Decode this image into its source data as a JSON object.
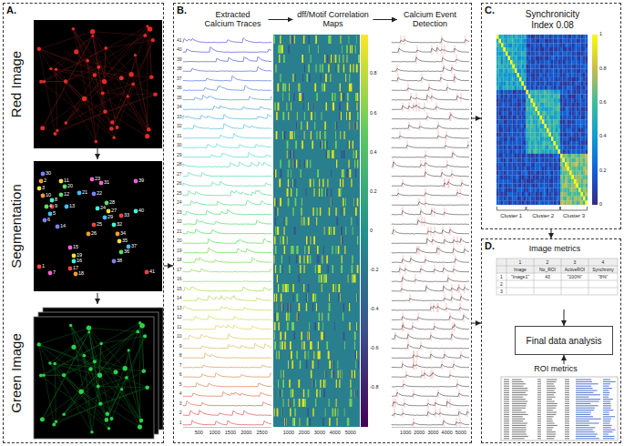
{
  "diagram": {
    "nodes": [
      {
        "text": [
          "A."
        ]
      },
      {
        "text": [
          "Red Image"
        ],
        "in": 0
      },
      {
        "text": [
          "Segmentation"
        ],
        "in": 0
      },
      {
        "text": [
          "Green Image"
        ],
        "in": 0
      },
      {
        "text": [
          "B."
        ]
      },
      {
        "text": [
          "Extracted Calcium Traces"
        ],
        "in": 4
      },
      {
        "text": [
          "dff/Motif Correlation Maps"
        ],
        "in": 4
      },
      {
        "text": [
          "Calcium Event Detection"
        ],
        "in": 4
      },
      {
        "text": [
          "C."
        ]
      },
      {
        "text": [
          "Synchronicity Index 0.08"
        ],
        "in": 8
      },
      {
        "text": [
          "D."
        ]
      },
      {
        "text": [
          "Image metrics"
        ],
        "in": 10
      },
      {
        "text": [
          "Final data analysis"
        ],
        "in": 10
      },
      {
        "text": [
          "ROI metrics"
        ],
        "in": 10
      }
    ],
    "edges": [
      {
        "from": 1,
        "to": 2,
        "arrow": "to"
      },
      {
        "from": 2,
        "to": 3,
        "arrow": "to"
      },
      {
        "from": 0,
        "to": 4,
        "arrow": "to"
      },
      {
        "from": 5,
        "to": 6,
        "arrow": "to"
      },
      {
        "from": 6,
        "to": 7,
        "arrow": "to"
      },
      {
        "from": 4,
        "to": 8,
        "arrow": "to"
      },
      {
        "from": 4,
        "to": 10,
        "arrow": "to"
      },
      {
        "from": 8,
        "to": 10,
        "arrow": "to"
      },
      {
        "from": 11,
        "to": 12,
        "arrow": "to"
      },
      {
        "from": 13,
        "to": 12,
        "arrow": "to"
      }
    ],
    "labels": [
      "1",
      "2",
      "3",
      "4",
      "5",
      "6",
      "7",
      "8",
      "9",
      "10",
      "11",
      "12",
      "13",
      "14",
      "15",
      "16",
      "17",
      "18",
      "19",
      "20",
      "21",
      "22",
      "23",
      "24",
      "25",
      "26",
      "27",
      "28",
      "29",
      "30",
      "31",
      "32",
      "33",
      "34",
      "35",
      "36",
      "37",
      "38",
      "39",
      "40",
      "41",
      "41",
      "40",
      "39",
      "38",
      "37",
      "36",
      "35",
      "34",
      "33",
      "32",
      "31",
      "30",
      "29",
      "28",
      "27",
      "26",
      "25",
      "24",
      "23",
      "22",
      "21",
      "20",
      "19",
      "18",
      "17",
      "16",
      "15",
      "14",
      "13",
      "12",
      "11",
      "10",
      "9",
      "8",
      "7",
      "6",
      "5",
      "4",
      "3",
      "2",
      "1",
      "500",
      "1000",
      "1500",
      "2000",
      "2500",
      "0.8",
      "0.6",
      "0.4",
      "0.2",
      "0",
      "-0.2",
      "-0.4",
      "-0.6",
      "-0.8",
      "1000",
      "2000",
      "3000",
      "4000",
      "5000",
      "1000",
      "2000",
      "3000",
      "4000",
      "5000",
      "1",
      "0.8",
      "0.6",
      "0.4",
      "0.2",
      "0",
      "Cluster 1",
      "Cluster 2",
      "Cluster 3",
      "1",
      "2",
      "3",
      "4",
      "Image",
      "No_ROI",
      "ActiveROI",
      "Synchrony",
      "1",
      "2",
      "3",
      "\"image1\"",
      "43",
      "\"100%\"",
      "\"8%\""
    ]
  }
}
